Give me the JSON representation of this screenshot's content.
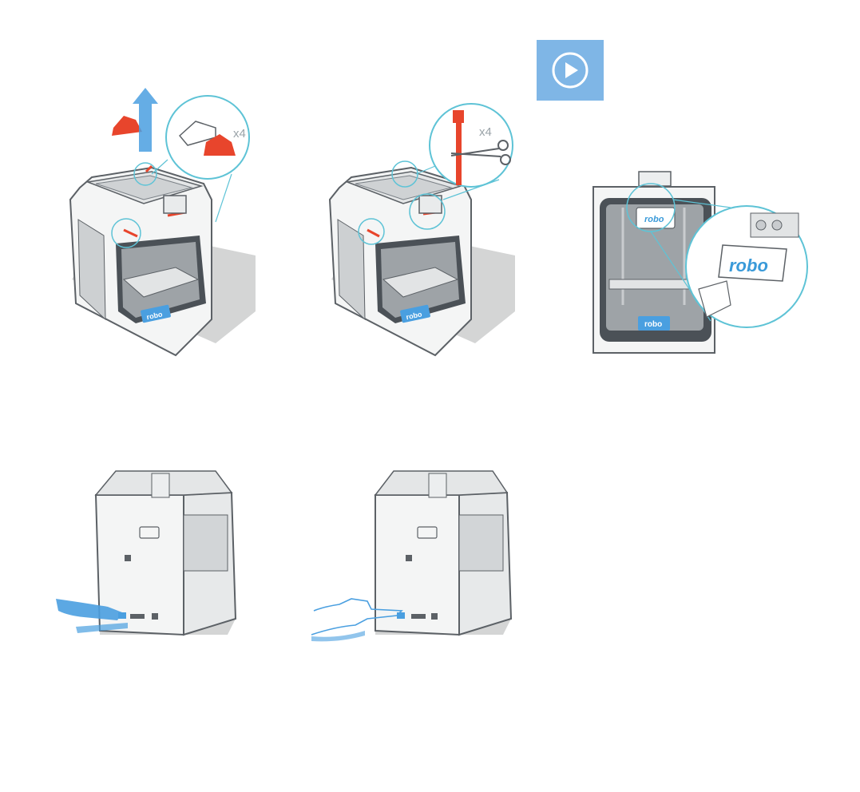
{
  "steps": {
    "remove_clips": {
      "brand": "robo",
      "count": "x4"
    },
    "cut_ties": {
      "brand": "robo",
      "count": "x4"
    },
    "remove_card": {
      "brand": "robo",
      "card_brand": "robo"
    },
    "plug_power": {
      "brand": ""
    },
    "power_on": {
      "brand": ""
    }
  },
  "video_button": {
    "color": "#7fb6e6"
  },
  "colors": {
    "accent_red": "#e8452c",
    "outline_blue": "#5ec3d6",
    "printer_gray": "#d8dadb",
    "brand_blue": "#4a9fe0"
  }
}
